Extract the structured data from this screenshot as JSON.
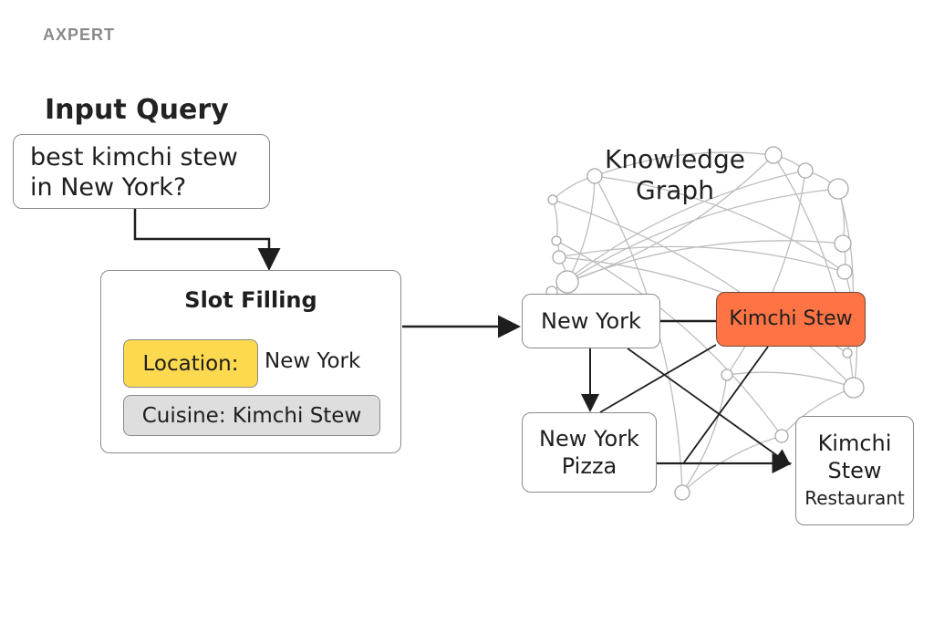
{
  "brand": "AXPERT",
  "input": {
    "title": "Input Query",
    "query_line1": "best kimchi stew",
    "query_line2": "in New York?"
  },
  "slot_filling": {
    "title": "Slot Filling",
    "location_label": "Location:",
    "location_value": "New York",
    "cuisine_label": "Cuisine: Kimchi Stew"
  },
  "knowledge_graph": {
    "label_line1": "Knowledge",
    "label_line2": "Graph",
    "nodes": {
      "new_york": "New York",
      "kimchi_stew": "Kimchi Stew",
      "ny_pizza_line1": "New York",
      "ny_pizza_line2": "Pizza",
      "ks_rest_line1": "Kimchi",
      "ks_rest_line2": "Stew",
      "ks_rest_line3": "Restaurant"
    },
    "highlight_color": "#ff7344",
    "location_chip_color": "#fcd94e",
    "cuisine_chip_color": "#dedede"
  }
}
